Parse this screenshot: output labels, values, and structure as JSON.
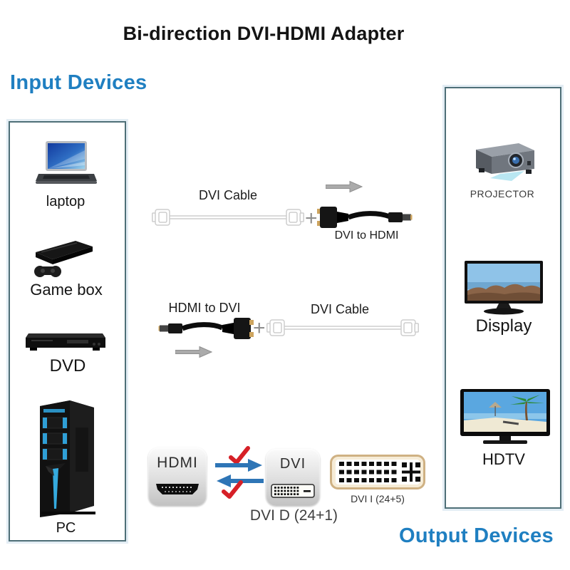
{
  "title": "Bi-direction DVI-HDMI Adapter",
  "input_section": {
    "heading": "Input Devices",
    "items": [
      {
        "label": "laptop"
      },
      {
        "label": "Game box"
      },
      {
        "label": "DVD"
      },
      {
        "label": "PC"
      }
    ]
  },
  "output_section": {
    "heading": "Output Devices",
    "items": [
      {
        "label": "PROJECTOR"
      },
      {
        "label": "Display"
      },
      {
        "label": "HDTV"
      }
    ]
  },
  "flow_top": {
    "cable_label": "DVI Cable",
    "plus": "+",
    "adapter_label": "DVI to HDMI"
  },
  "flow_bottom": {
    "adapter_label": "HDMI to DVI",
    "plus": "+",
    "cable_label": "DVI Cable"
  },
  "connector_row": {
    "hdmi_label": "HDMI",
    "dvi_label": "DVI",
    "dvi_d_caption": "DVI D (24+1)",
    "dvi_i_caption": "DVI I (24+5)"
  },
  "colors": {
    "heading_blue": "#1f7fc1",
    "arrow_blue": "#2e75b6",
    "check_red": "#d62027",
    "gray_arrow": "#ababab",
    "box_border": "#4e6f77"
  }
}
